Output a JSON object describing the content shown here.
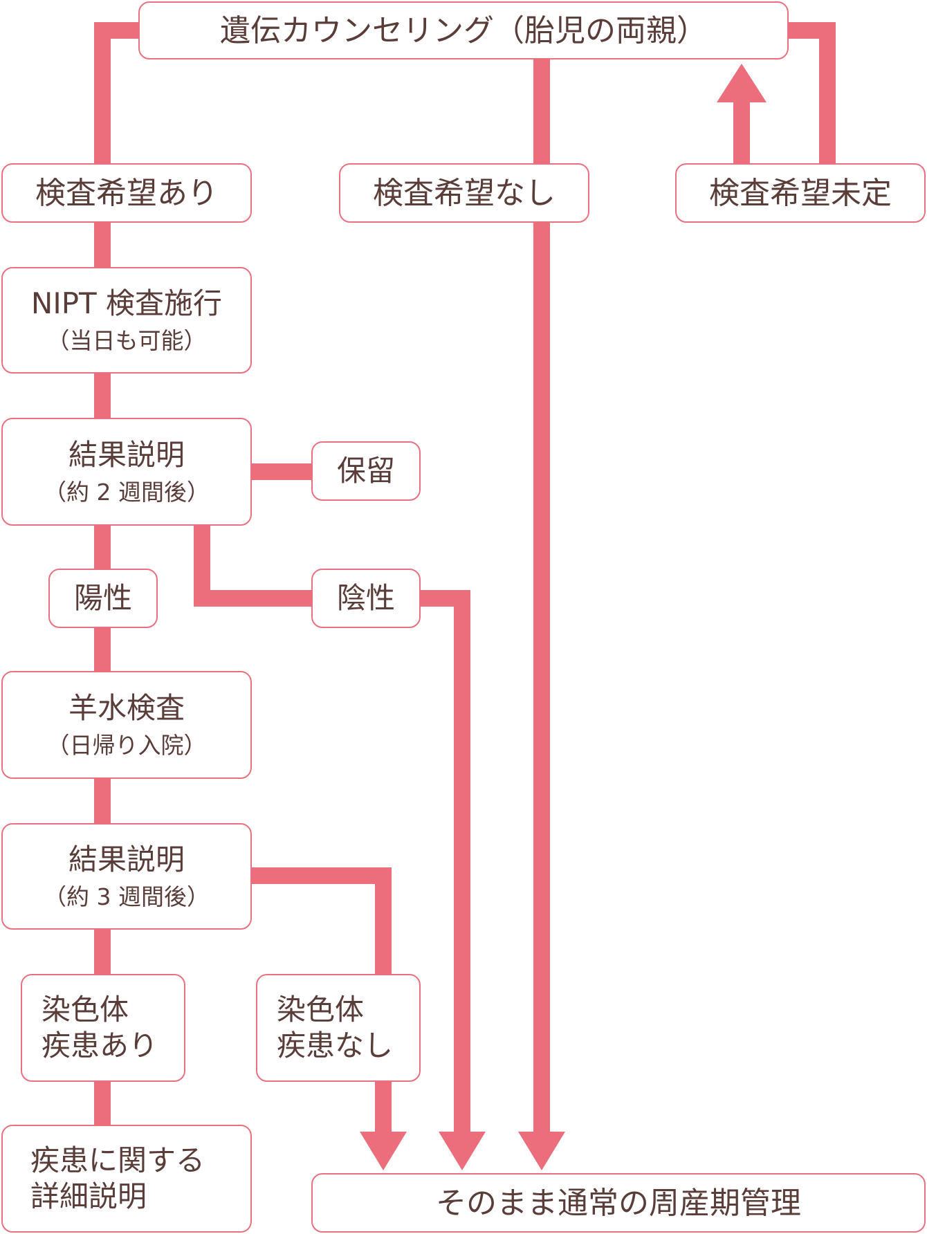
{
  "diagram": {
    "colors": {
      "connector": "#ec6e7d",
      "box_border": "#e9707f",
      "text": "#5a3d38"
    },
    "nodes": {
      "counseling": "遺伝カウンセリング（胎児の両親）",
      "want_test": "検査希望あり",
      "no_test": "検査希望なし",
      "undecided": "検査希望未定",
      "nipt": {
        "main": "NIPT 検査施行",
        "sub": "（当日も可能）"
      },
      "result1": {
        "main": "結果説明",
        "sub": "（約 2 週間後）"
      },
      "hold": "保留",
      "positive": "陽性",
      "negative": "陰性",
      "amnio": {
        "main": "羊水検査",
        "sub": "（日帰り入院）"
      },
      "result2": {
        "main": "結果説明",
        "sub": "（約 3 週間後）"
      },
      "disease_yes": {
        "line1": "染色体",
        "line2": "疾患あり"
      },
      "disease_no": {
        "line1": "染色体",
        "line2": "疾患なし"
      },
      "detail": {
        "line1": "疾患に関する",
        "line2": "詳細説明"
      },
      "normal_care": "そのまま通常の周産期管理"
    }
  }
}
